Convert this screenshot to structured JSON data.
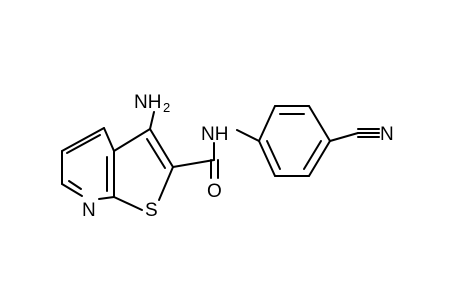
{
  "molecule": {
    "atoms": {
      "amino_N": "NH",
      "amino_sub": "2",
      "amide_NH": "NH",
      "amide_O": "O",
      "thio_S": "S",
      "pyridine_N": "N",
      "nitrile_N": "N"
    },
    "colors": {
      "bond": "#000000",
      "label": "#000000",
      "background": "#ffffff"
    }
  }
}
